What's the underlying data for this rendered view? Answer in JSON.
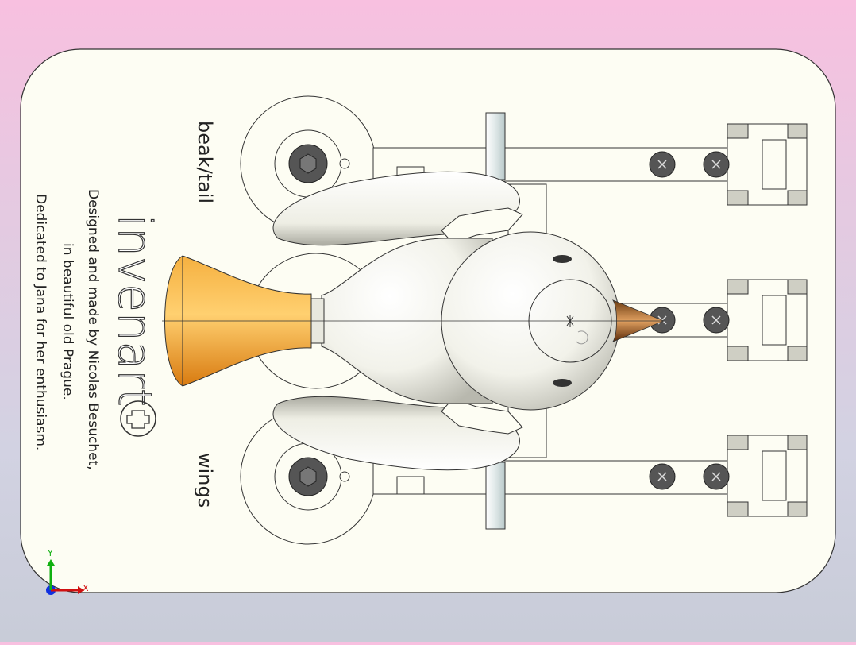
{
  "labels": {
    "beak_tail": "beak/tail",
    "wings": "wings",
    "brand": "invenart",
    "credit_line1": "Designed and made by Nicolas Besuchet,",
    "credit_line2": "in beautiful old Prague.",
    "credit_line3": "Dedicated to Jana for her enthusiasm."
  },
  "triad": {
    "x_label": "X",
    "y_label": "Y"
  },
  "colors": {
    "plate": "#fdfdf3",
    "plate_outline": "#333333",
    "orange": "#f09a20",
    "screw": "#555555",
    "axis_x": "#d01010",
    "axis_y": "#10b010",
    "axis_z": "#1030e0"
  }
}
